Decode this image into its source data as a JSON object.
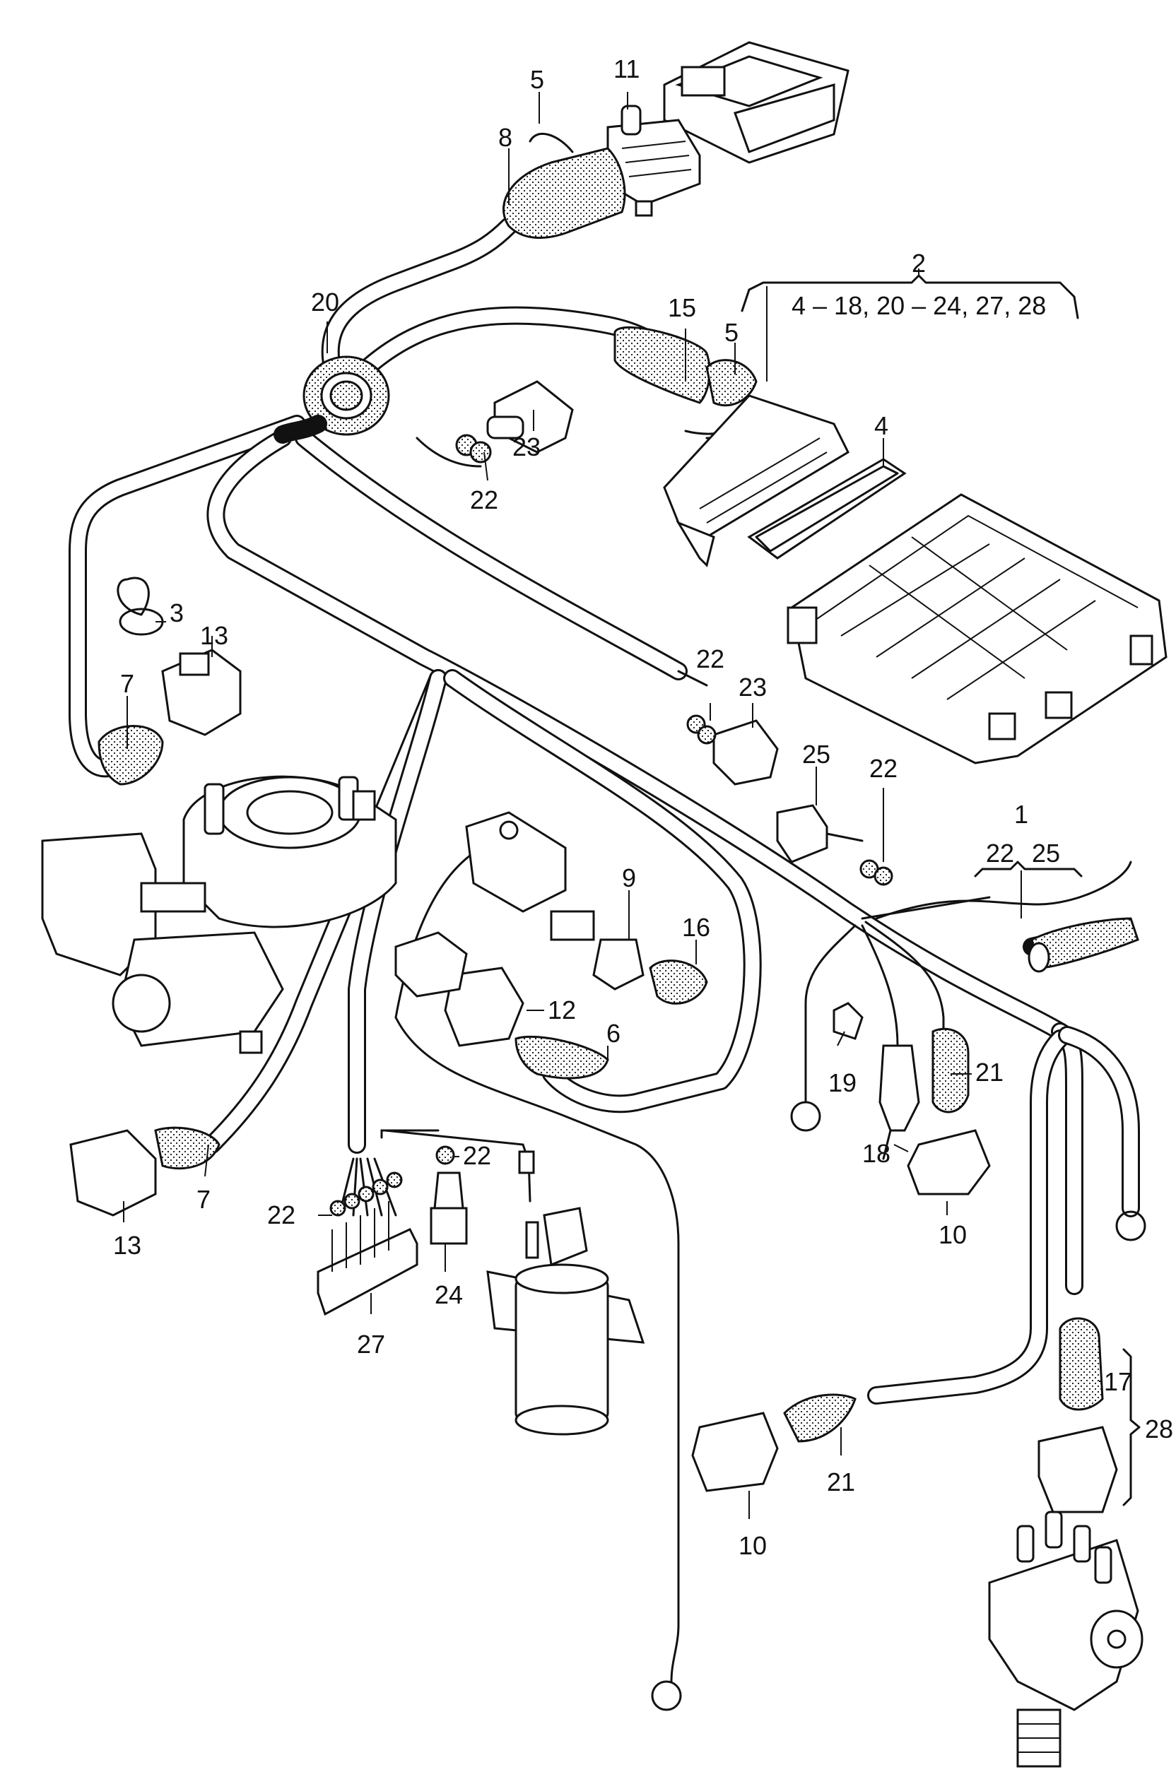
{
  "callouts": {
    "c1": "1",
    "c1_sub_a": "22",
    "c1_sub_b": "25",
    "c2": "2",
    "c2_sub": "4 – 18, 20 – 24, 27, 28",
    "c3": "3",
    "c4": "4",
    "c5_top": "5",
    "c5_mid": "5",
    "c6": "6",
    "c7_upper": "7",
    "c7_lower": "7",
    "c8": "8",
    "c9": "9",
    "c10_mid": "10",
    "c10_low": "10",
    "c11": "11",
    "c12": "12",
    "c13_upper": "13",
    "c13_lower": "13",
    "c15": "15",
    "c16": "16",
    "c17": "17",
    "c18": "18",
    "c19": "19",
    "c20": "20",
    "c21_mid": "21",
    "c21_low": "21",
    "c22_a": "22",
    "c22_b": "22",
    "c22_c": "22",
    "c22_d": "22",
    "c22_e": "22",
    "c23_a": "23",
    "c23_b": "23",
    "c24": "24",
    "c25": "25",
    "c27": "27",
    "c28": "28"
  }
}
